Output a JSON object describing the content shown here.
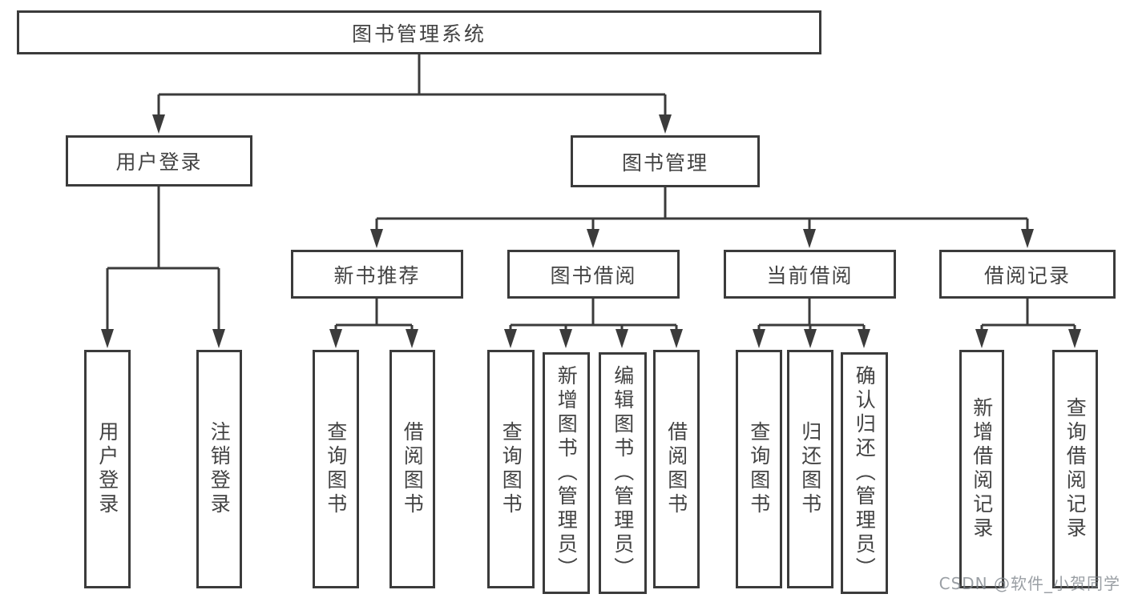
{
  "diagram": {
    "type": "hierarchy-tree",
    "colors": {
      "line": "#3b3b3b",
      "box_border": "#3b3b3b",
      "box_background": "#ffffff",
      "text": "#434343",
      "watermark_text_color": "#7d848a"
    },
    "nodes": {
      "root": "图书管理系统",
      "user_login": "用户登录",
      "book_management": "图书管理",
      "new_book_recommend": "新书推荐",
      "book_borrow": "图书借阅",
      "current_borrow": "当前借阅",
      "borrow_records": "借阅记录",
      "leaf_user_login": "用户登录",
      "leaf_logout": "注销登录",
      "leaf_nbr_query_books": "查询图书",
      "leaf_nbr_borrow_books": "借阅图书",
      "leaf_bb_query_books": "查询图书",
      "leaf_bb_add_books_admin": "新增图书（管理员）",
      "leaf_bb_edit_books_admin": "编辑图书（管理员）",
      "leaf_bb_borrow_books": "借阅图书",
      "leaf_cb_query_books": "查询图书",
      "leaf_cb_return_books": "归还图书",
      "leaf_cb_confirm_return_admin": "确认归还（管理员）",
      "leaf_br_add_record": "新增借阅记录",
      "leaf_br_query_record": "查询借阅记录"
    },
    "edges": [
      [
        "图书管理系统",
        "用户登录"
      ],
      [
        "图书管理系统",
        "图书管理"
      ],
      [
        "用户登录",
        "用户登录(叶)"
      ],
      [
        "用户登录",
        "注销登录"
      ],
      [
        "图书管理",
        "新书推荐"
      ],
      [
        "图书管理",
        "图书借阅"
      ],
      [
        "图书管理",
        "当前借阅"
      ],
      [
        "图书管理",
        "借阅记录"
      ],
      [
        "新书推荐",
        "查询图书"
      ],
      [
        "新书推荐",
        "借阅图书"
      ],
      [
        "图书借阅",
        "查询图书"
      ],
      [
        "图书借阅",
        "新增图书（管理员）"
      ],
      [
        "图书借阅",
        "编辑图书（管理员）"
      ],
      [
        "图书借阅",
        "借阅图书"
      ],
      [
        "当前借阅",
        "查询图书"
      ],
      [
        "当前借阅",
        "归还图书"
      ],
      [
        "当前借阅",
        "确认归还（管理员）"
      ],
      [
        "借阅记录",
        "新增借阅记录"
      ],
      [
        "借阅记录",
        "查询借阅记录"
      ]
    ],
    "watermark": "CSDN @软件_小贺同学"
  }
}
